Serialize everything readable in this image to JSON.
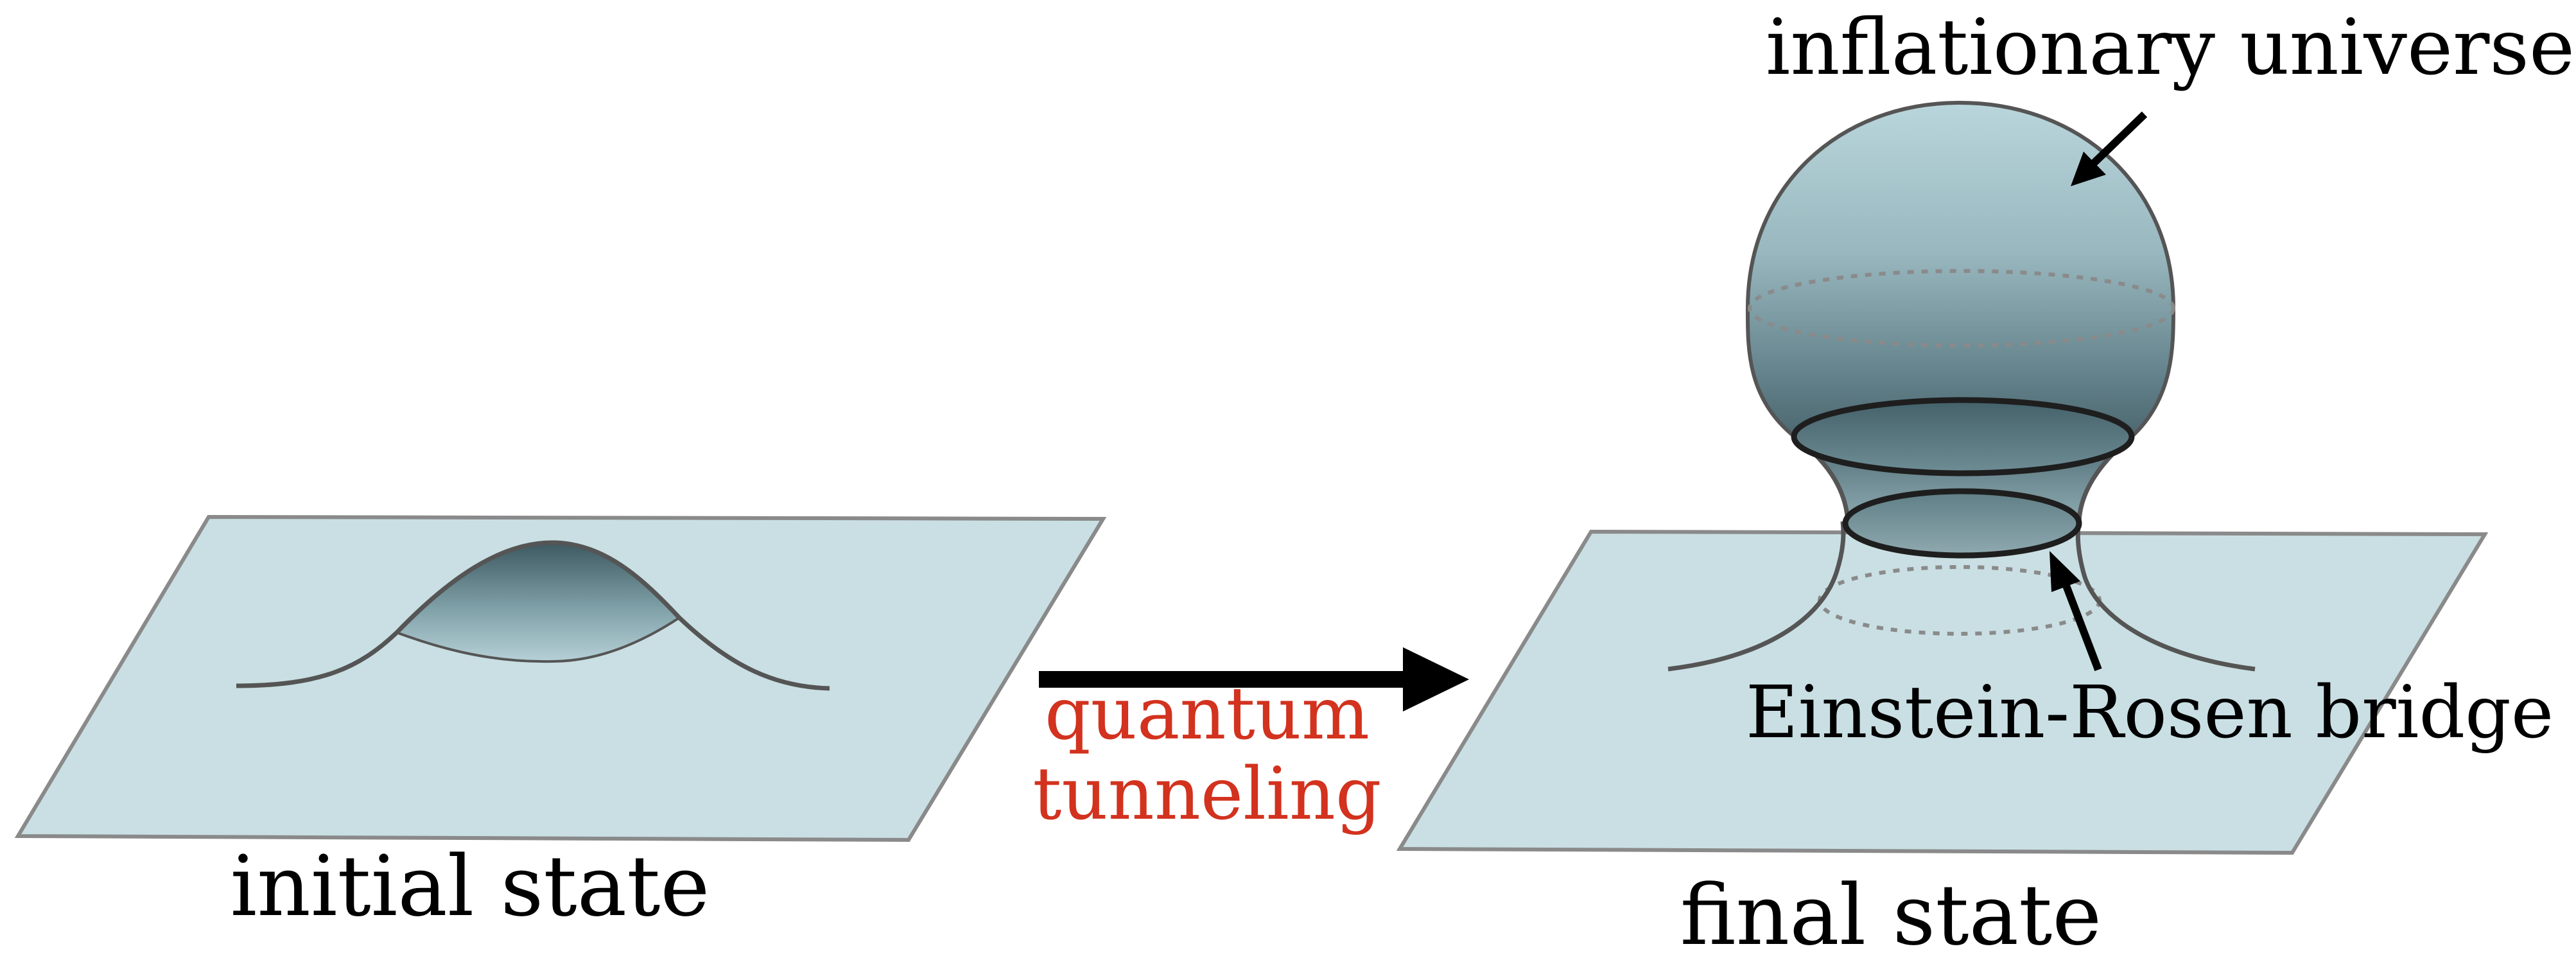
{
  "labels": {
    "initial_state": "initial state",
    "final_state": "final state",
    "transition_line1": "quantum",
    "transition_line2": "tunneling",
    "universe": "inflationary universe",
    "bridge": "Einstein-Rosen bridge"
  },
  "colors": {
    "sheet_fill": "#c9dfe3",
    "sheet_stroke": "#8a8a8a",
    "curve_stroke": "#555555",
    "bubble_light": "#b8d4da",
    "bubble_dark": "#3f5f68",
    "arrow": "#000000",
    "transition_text": "#d2321e"
  }
}
